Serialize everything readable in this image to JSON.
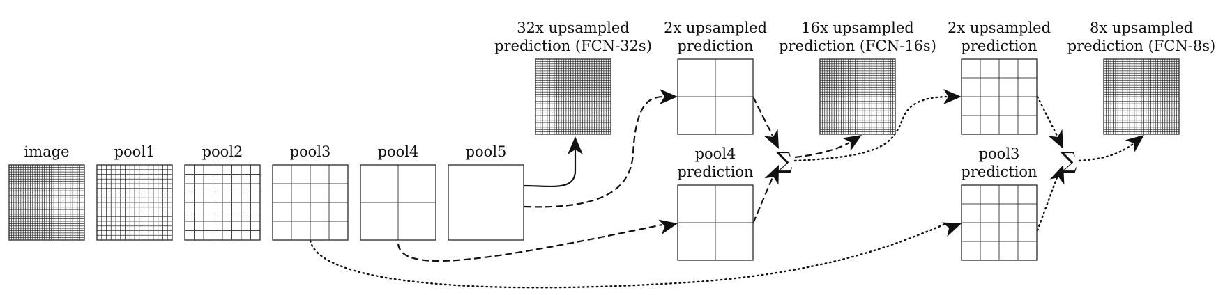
{
  "figure": {
    "type": "FCN skip architecture diagram",
    "nodes": [
      {
        "id": "image",
        "label": [
          "image"
        ],
        "grid": 32,
        "row": "main"
      },
      {
        "id": "pool1",
        "label": [
          "pool1"
        ],
        "grid": 16,
        "row": "main"
      },
      {
        "id": "pool2",
        "label": [
          "pool2"
        ],
        "grid": 8,
        "row": "main"
      },
      {
        "id": "pool3",
        "label": [
          "pool3"
        ],
        "grid": 4,
        "row": "main"
      },
      {
        "id": "pool4",
        "label": [
          "pool4"
        ],
        "grid": 2,
        "row": "main"
      },
      {
        "id": "pool5",
        "label": [
          "pool5"
        ],
        "grid": 1,
        "row": "main"
      },
      {
        "id": "fcn32s",
        "label": [
          "32x upsampled",
          "prediction (FCN-32s)"
        ],
        "grid": 32,
        "row": "top"
      },
      {
        "id": "up2_a",
        "label": [
          "2x upsampled",
          "prediction"
        ],
        "grid": 2,
        "row": "top"
      },
      {
        "id": "pool4_pred",
        "label": [
          "pool4",
          "prediction"
        ],
        "grid": 2,
        "row": "bottom"
      },
      {
        "id": "fcn16s",
        "label": [
          "16x upsampled",
          "prediction (FCN-16s)"
        ],
        "grid": 32,
        "row": "top"
      },
      {
        "id": "up2_b",
        "label": [
          "2x upsampled",
          "prediction"
        ],
        "grid": 4,
        "row": "top"
      },
      {
        "id": "pool3_pred",
        "label": [
          "pool3",
          "prediction"
        ],
        "grid": 4,
        "row": "bottom"
      },
      {
        "id": "fcn8s",
        "label": [
          "8x upsampled",
          "prediction (FCN-8s)"
        ],
        "grid": 32,
        "row": "top"
      }
    ],
    "sums": [
      {
        "id": "sum1",
        "symbol": "∑"
      },
      {
        "id": "sum2",
        "symbol": "∑"
      }
    ],
    "edges": [
      {
        "from": "pool5",
        "to": "fcn32s",
        "style": "solid"
      },
      {
        "from": "pool5",
        "to": "up2_a",
        "style": "dashed"
      },
      {
        "from": "pool4",
        "to": "pool4_pred",
        "style": "dashed"
      },
      {
        "from": "up2_a",
        "to": "sum1",
        "style": "dashed"
      },
      {
        "from": "pool4_pred",
        "to": "sum1",
        "style": "dashed"
      },
      {
        "from": "sum1",
        "to": "fcn16s",
        "style": "dashed"
      },
      {
        "from": "sum1",
        "to": "up2_b",
        "style": "dotted"
      },
      {
        "from": "pool3",
        "to": "pool3_pred",
        "style": "dotted"
      },
      {
        "from": "up2_b",
        "to": "sum2",
        "style": "dotted"
      },
      {
        "from": "pool3_pred",
        "to": "sum2",
        "style": "dotted"
      },
      {
        "from": "sum2",
        "to": "fcn8s",
        "style": "dotted"
      }
    ]
  }
}
